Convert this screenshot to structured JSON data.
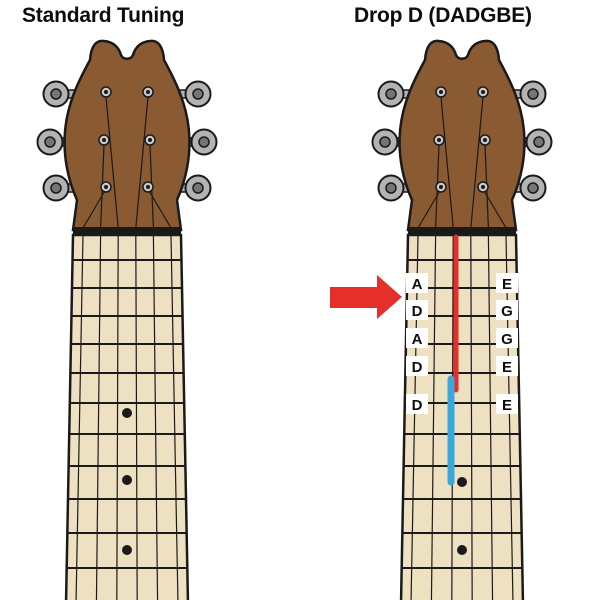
{
  "left_guitar": {
    "title": "Standard Tuning"
  },
  "right_guitar": {
    "title": "Drop D (DADGBE)",
    "string_labels_left": [
      "A",
      "D",
      "A",
      "D",
      "D"
    ],
    "string_labels_right": [
      "E",
      "G",
      "G",
      "E",
      "E"
    ],
    "arrow_color": "#e62e2a",
    "highlight_red": "#e62e2a",
    "highlight_blue": "#3ba8dc"
  },
  "colors": {
    "headstock": "#8a5a33",
    "fretboard": "#ede1c2",
    "outline": "#1a1a1a",
    "tuner": "#b3b3b3"
  }
}
